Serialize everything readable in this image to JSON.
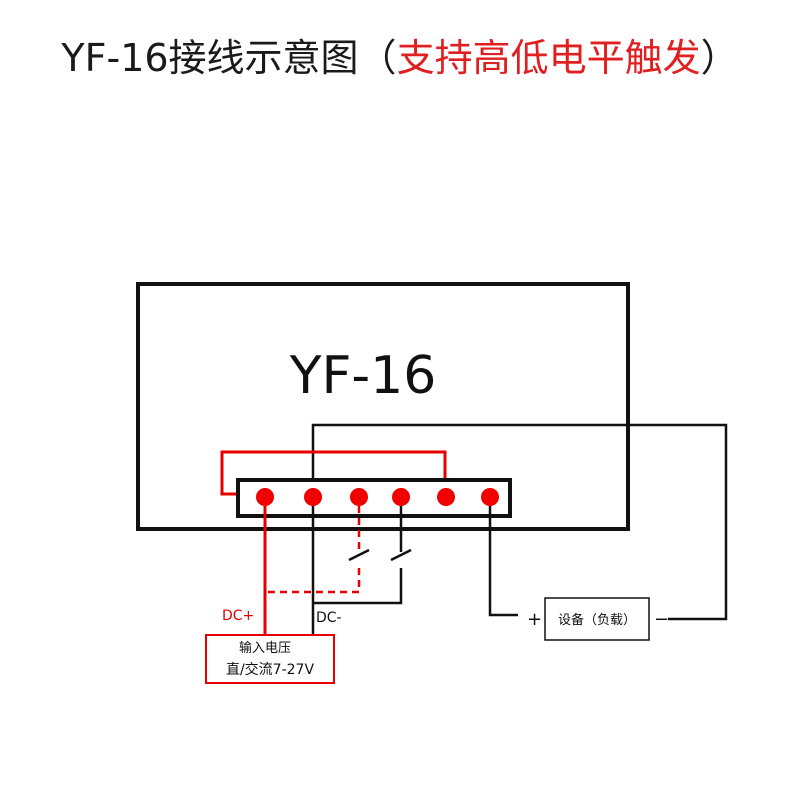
{
  "title": {
    "main": "YF-16接线示意图",
    "open_paren": "（",
    "highlight": "支持高低电平触发",
    "close_paren": "）"
  },
  "module": {
    "label": "YF-16"
  },
  "labels": {
    "dc_plus": "DC+",
    "dc_minus": "DC-",
    "plus": "+",
    "minus": "−",
    "device": "设备（负载）",
    "input_line1": "输入电压",
    "input_line2": "直/交流7-27V"
  },
  "colors": {
    "red": "#e60000",
    "black": "#111111"
  }
}
